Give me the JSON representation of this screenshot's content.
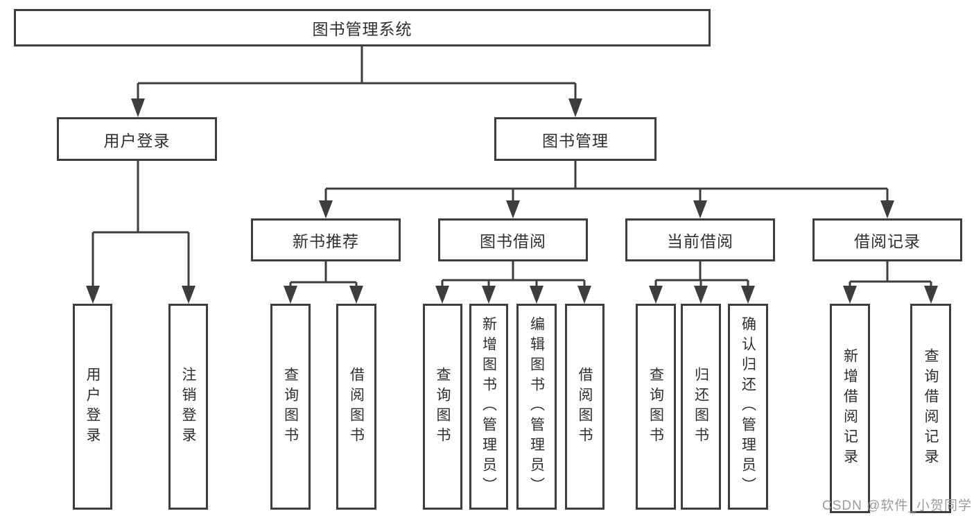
{
  "diagram": {
    "type": "tree",
    "tree": {
      "root": {
        "label": "图书管理系统"
      },
      "level2": [
        {
          "label": "用户登录"
        },
        {
          "label": "图书管理"
        }
      ],
      "level3": [
        {
          "label": "新书推荐"
        },
        {
          "label": "图书借阅"
        },
        {
          "label": "当前借阅"
        },
        {
          "label": "借阅记录"
        }
      ],
      "leaves": {
        "user_login": [
          {
            "label": "用户登录"
          },
          {
            "label": "注销登录"
          }
        ],
        "new_book_recommend": [
          {
            "label": "查询图书"
          },
          {
            "label": "借阅图书"
          }
        ],
        "book_borrow": [
          {
            "label": "查询图书"
          },
          {
            "label": "新增图书（管理员）"
          },
          {
            "label": "编辑图书（管理员）"
          },
          {
            "label": "借阅图书"
          }
        ],
        "current_borrow": [
          {
            "label": "查询图书"
          },
          {
            "label": "归还图书"
          },
          {
            "label": "确认归还（管理员）"
          }
        ],
        "borrow_records": [
          {
            "label": "新增借阅记录"
          },
          {
            "label": "查询借阅记录"
          }
        ]
      }
    },
    "colors": {
      "line": "#3d3d3d",
      "text": "#2f2f2f",
      "background": "#ffffff"
    }
  },
  "watermark": {
    "text": "CSDN @软件_小贺同学",
    "color": "#9b9b9b"
  }
}
